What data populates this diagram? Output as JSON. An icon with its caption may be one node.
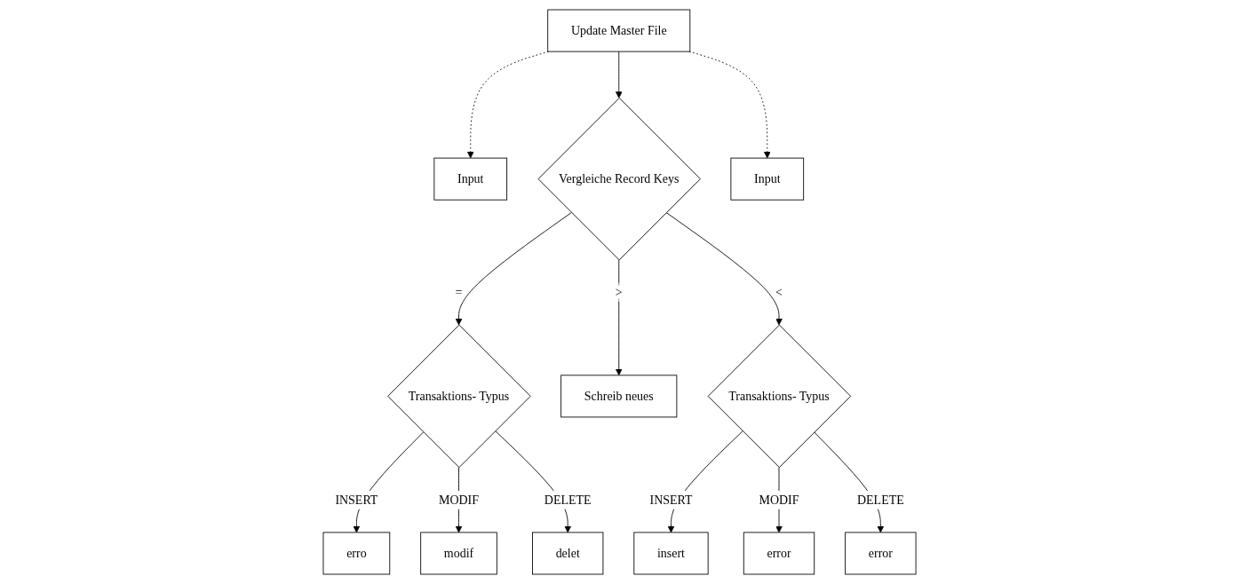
{
  "diagram": {
    "nodes": [
      {
        "text": [
          "Update Master File"
        ]
      },
      {
        "text": [
          "Input"
        ]
      },
      {
        "text": [
          "Vergleiche Record Keys"
        ]
      },
      {
        "text": [
          "Input"
        ]
      },
      {
        "text": [
          "Transaktions- Typus"
        ]
      },
      {
        "text": [
          "Schreib neues"
        ]
      },
      {
        "text": [
          "Transaktions- Typus"
        ]
      },
      {
        "text": [
          "erro"
        ]
      },
      {
        "text": [
          "modif"
        ]
      },
      {
        "text": [
          "delet"
        ]
      },
      {
        "text": [
          "insert"
        ]
      },
      {
        "text": [
          "error"
        ]
      },
      {
        "text": [
          "error"
        ]
      }
    ],
    "edges": [
      {
        "from": 0,
        "to": 1,
        "arrow": "to",
        "style": "dashed"
      },
      {
        "from": 0,
        "to": 2,
        "arrow": "to"
      },
      {
        "from": 0,
        "to": 3,
        "arrow": "to",
        "style": "dashed"
      },
      {
        "from": 2,
        "to": 4,
        "arrow": "to",
        "label": "="
      },
      {
        "from": 2,
        "to": 5,
        "arrow": "to",
        "label": ">"
      },
      {
        "from": 2,
        "to": 6,
        "arrow": "to",
        "label": "<"
      },
      {
        "from": 4,
        "to": 7,
        "arrow": "to",
        "label": "INSERT"
      },
      {
        "from": 4,
        "to": 8,
        "arrow": "to",
        "label": "MODIF"
      },
      {
        "from": 4,
        "to": 9,
        "arrow": "to",
        "label": "DELETE"
      },
      {
        "from": 6,
        "to": 10,
        "arrow": "to",
        "label": "INSERT"
      },
      {
        "from": 6,
        "to": 11,
        "arrow": "to",
        "label": "MODIF"
      },
      {
        "from": 6,
        "to": 12,
        "arrow": "to",
        "label": "DELETE"
      }
    ]
  }
}
